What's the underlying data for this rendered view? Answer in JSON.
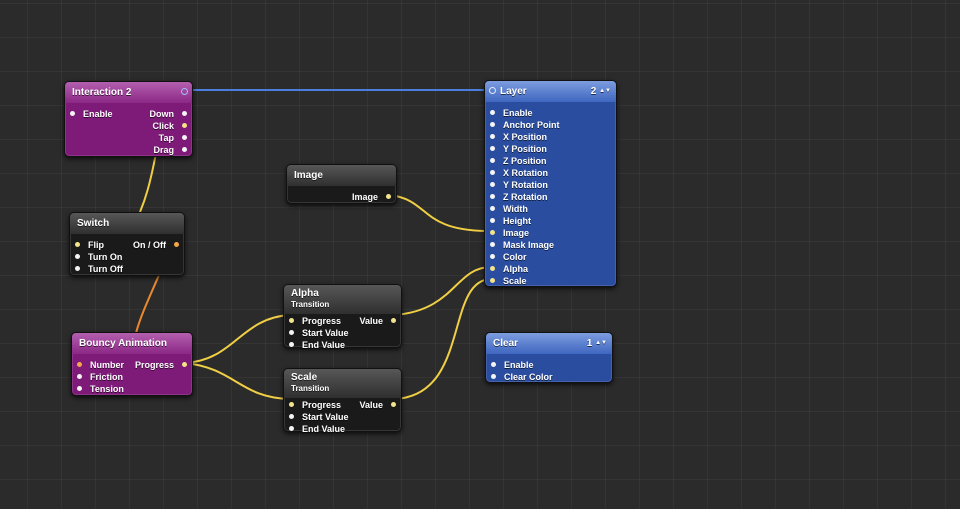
{
  "nodes": {
    "interaction": {
      "title": "Interaction 2",
      "in_enable": "Enable",
      "out_down": "Down",
      "out_click": "Click",
      "out_tap": "Tap",
      "out_drag": "Drag"
    },
    "switch": {
      "title": "Switch",
      "in_flip": "Flip",
      "in_turn_on": "Turn On",
      "in_turn_off": "Turn Off",
      "out_onoff": "On / Off"
    },
    "bouncy": {
      "title": "Bouncy Animation",
      "in_number": "Number",
      "in_friction": "Friction",
      "in_tension": "Tension",
      "out_progress": "Progress"
    },
    "image": {
      "title": "Image",
      "out_image": "Image"
    },
    "alpha": {
      "title": "Alpha",
      "subtitle": "Transition",
      "in_progress": "Progress",
      "in_start": "Start Value",
      "in_end": "End Value",
      "out_value": "Value"
    },
    "scale": {
      "title": "Scale",
      "subtitle": "Transition",
      "in_progress": "Progress",
      "in_start": "Start Value",
      "in_end": "End Value",
      "out_value": "Value"
    },
    "layer": {
      "title": "Layer",
      "count": "2",
      "ports": [
        "Enable",
        "Anchor Point",
        "X Position",
        "Y Position",
        "Z Position",
        "X Rotation",
        "Y Rotation",
        "Z Rotation",
        "Width",
        "Height",
        "Image",
        "Mask Image",
        "Color",
        "Alpha",
        "Scale"
      ]
    },
    "clear": {
      "title": "Clear",
      "count": "1",
      "ports": [
        "Enable",
        "Clear Color"
      ]
    }
  },
  "colors": {
    "purple": "#7e1a78",
    "blue": "#2a4da0",
    "dark": "#1a1a1a",
    "wire_yellow": "#f0cf45",
    "wire_orange": "#e9892f",
    "wire_blue": "#4a7fe0"
  }
}
